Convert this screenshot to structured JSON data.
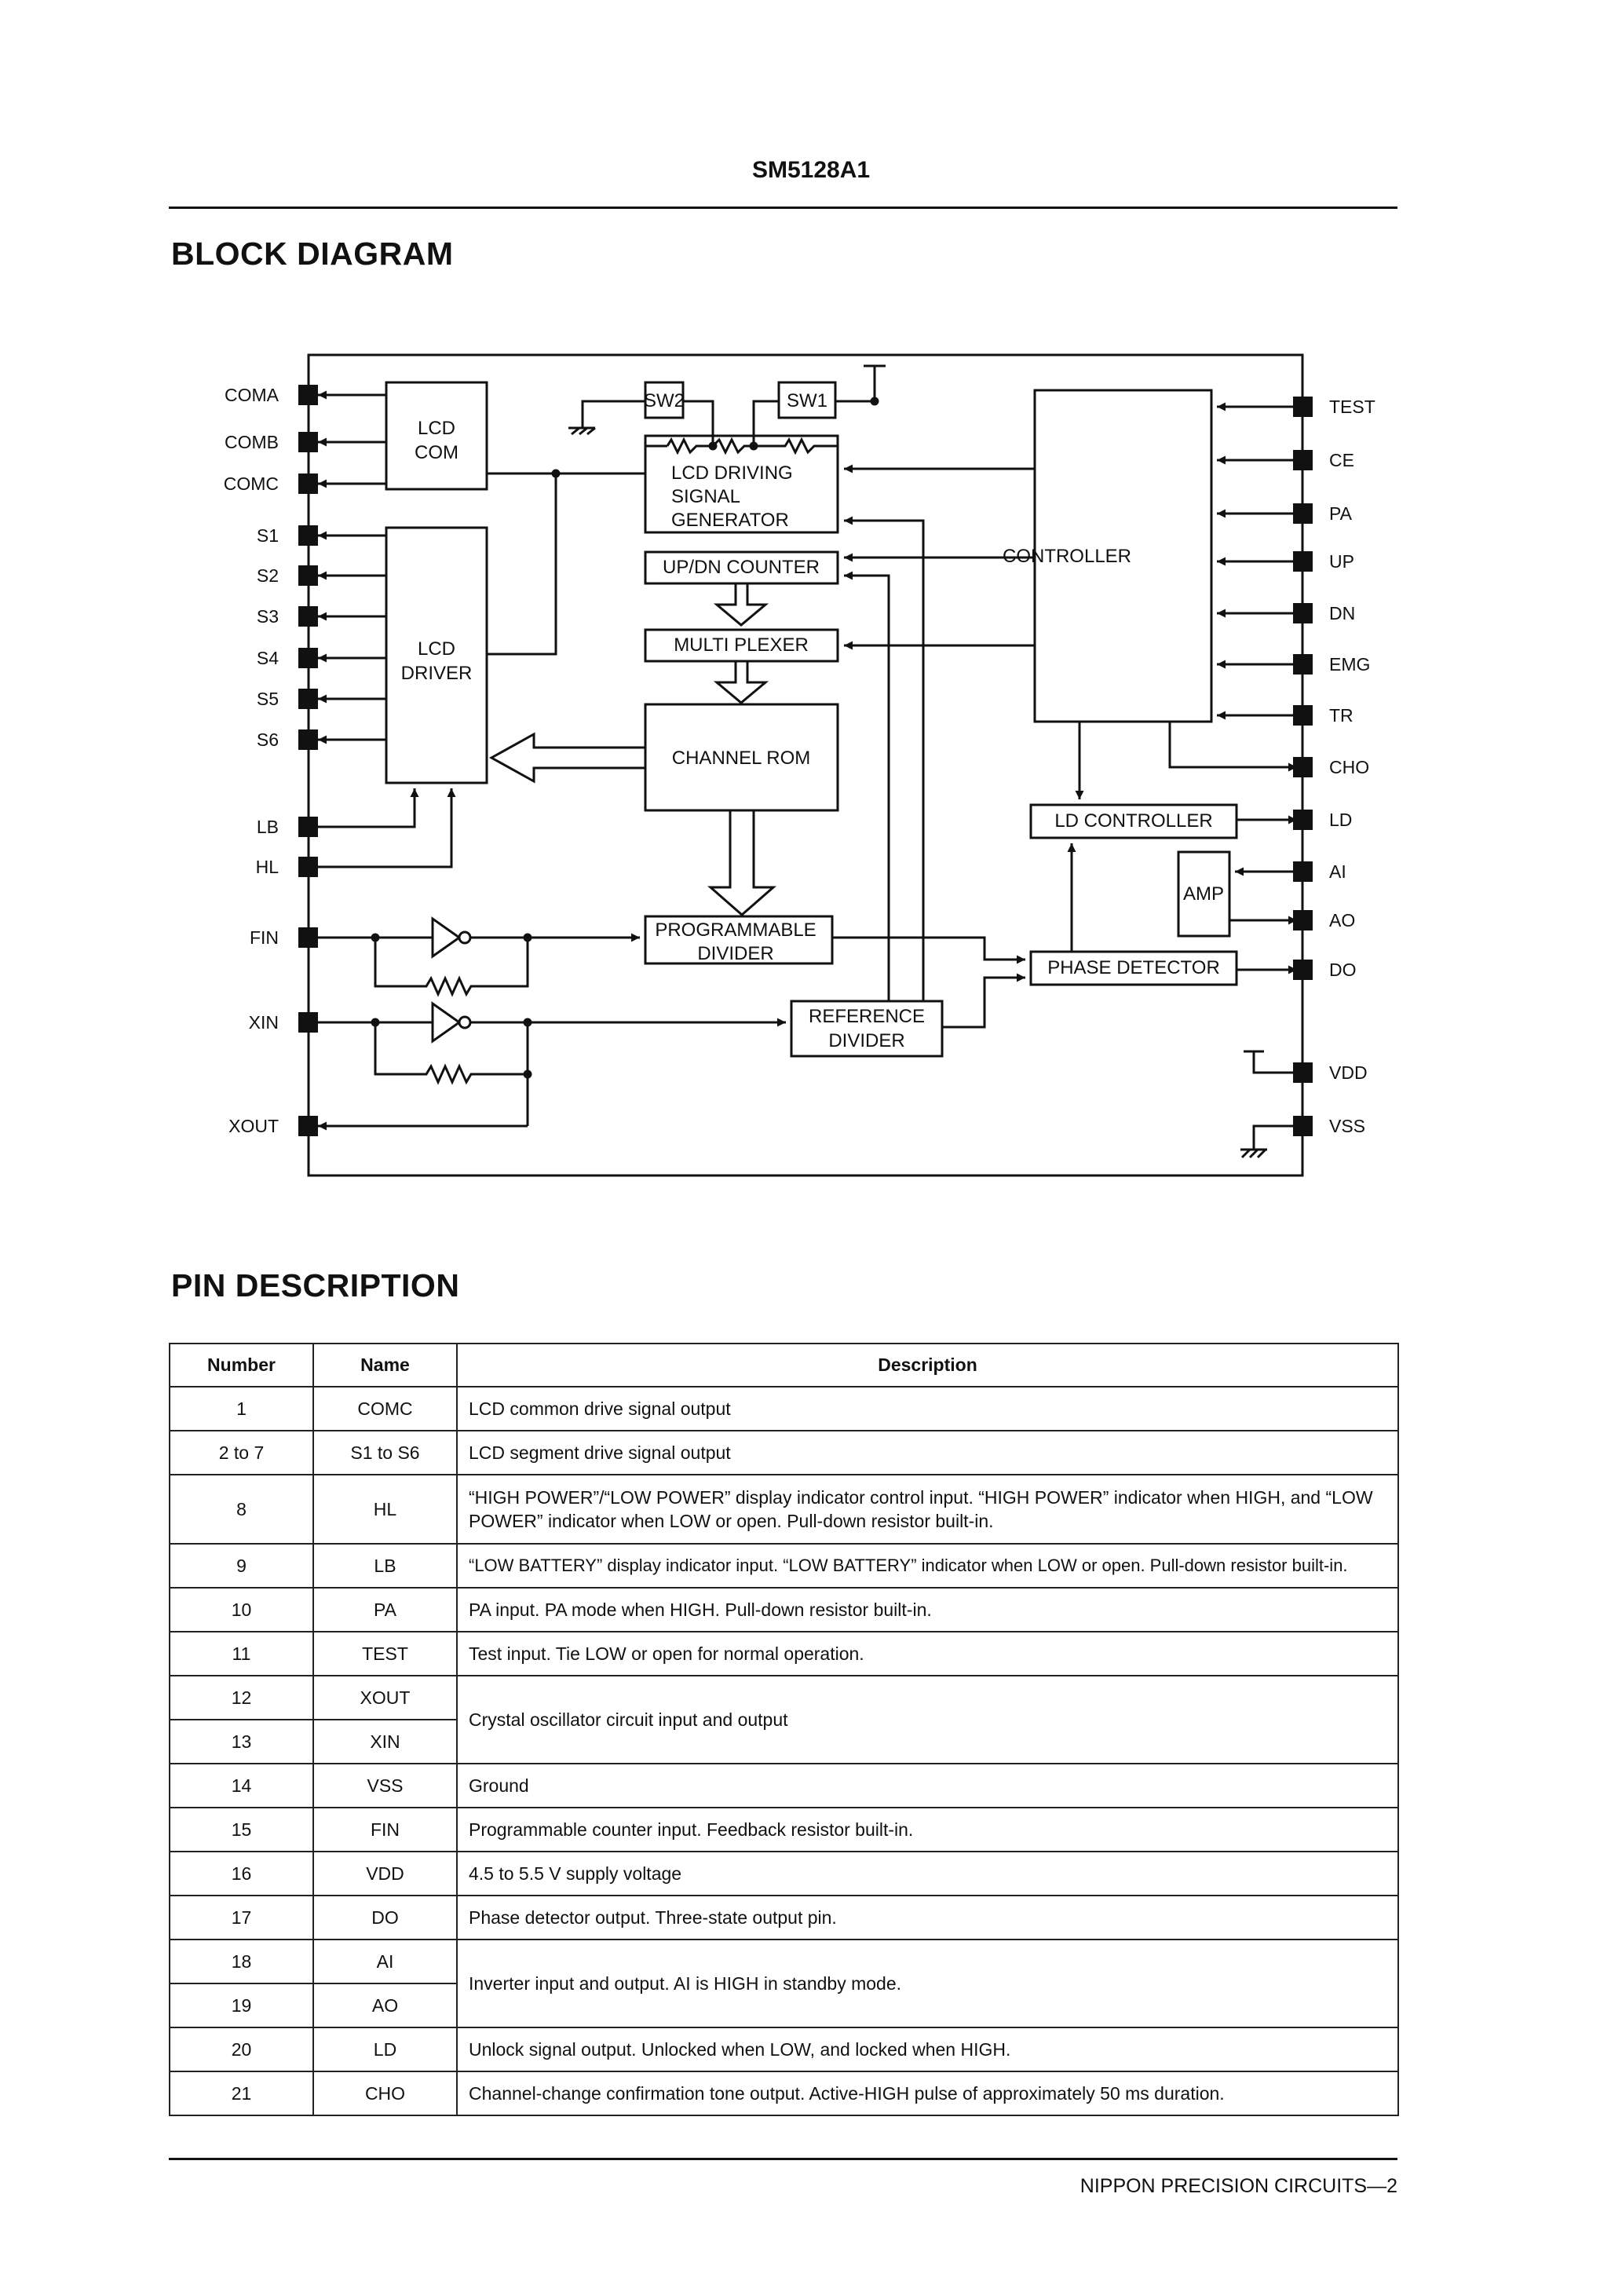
{
  "header": {
    "part_number": "SM5128A1"
  },
  "block_diagram": {
    "heading": "BLOCK DIAGRAM",
    "left_pins": [
      "COMA",
      "COMB",
      "COMC",
      "S1",
      "S2",
      "S3",
      "S4",
      "S5",
      "S6",
      "LB",
      "HL",
      "FIN",
      "XIN",
      "XOUT"
    ],
    "right_pins": [
      "TEST",
      "CE",
      "PA",
      "UP",
      "DN",
      "EMG",
      "TR",
      "CHO",
      "LD",
      "AI",
      "AO",
      "DO",
      "VDD",
      "VSS"
    ],
    "blocks": {
      "lcd_com_1": "LCD",
      "lcd_com_2": "COM",
      "lcd_driver_1": "LCD",
      "lcd_driver_2": "DRIVER",
      "sw2": "SW2",
      "sw1": "SW1",
      "lcd_drv_sig_1": "LCD DRIVING",
      "lcd_drv_sig_2": "SIGNAL",
      "lcd_drv_sig_3": "GENERATOR",
      "updn_counter": "UP/DN COUNTER",
      "multiplexer": "MULTI PLEXER",
      "channel_rom": "CHANNEL ROM",
      "prog_div_1": "PROGRAMMABLE",
      "prog_div_2": "DIVIDER",
      "ref_div_1": "REFERENCE",
      "ref_div_2": "DIVIDER",
      "controller": "CONTROLLER",
      "ld_controller": "LD CONTROLLER",
      "amp": "AMP",
      "phase_detector": "PHASE DETECTOR"
    }
  },
  "pin_description": {
    "heading": "PIN DESCRIPTION",
    "columns": [
      "Number",
      "Name",
      "Description"
    ],
    "rows": [
      {
        "number": "1",
        "name": "COMC",
        "description": "LCD common drive signal output"
      },
      {
        "number": "2 to 7",
        "name": "S1 to S6",
        "description": "LCD segment drive signal output"
      },
      {
        "number": "8",
        "name": "HL",
        "description": "“HIGH POWER”/“LOW POWER” display indicator control input. “HIGH POWER” indicator when HIGH, and “LOW POWER” indicator when LOW or open. Pull-down resistor built-in."
      },
      {
        "number": "9",
        "name": "LB",
        "description": "“LOW BATTERY” display indicator input. “LOW BATTERY” indicator when LOW or open. Pull-down resistor built-in."
      },
      {
        "number": "10",
        "name": "PA",
        "description": "PA input. PA mode when HIGH. Pull-down resistor built-in."
      },
      {
        "number": "11",
        "name": "TEST",
        "description": "Test input. Tie LOW or open for normal operation."
      },
      {
        "number": "12",
        "name": "XOUT",
        "description": "Crystal oscillator circuit input and output"
      },
      {
        "number": "13",
        "name": "XIN",
        "description": ""
      },
      {
        "number": "14",
        "name": "VSS",
        "description": "Ground"
      },
      {
        "number": "15",
        "name": "FIN",
        "description": "Programmable counter input. Feedback resistor built-in."
      },
      {
        "number": "16",
        "name": "VDD",
        "description": "4.5 to 5.5 V supply voltage"
      },
      {
        "number": "17",
        "name": "DO",
        "description": "Phase detector output. Three-state output pin."
      },
      {
        "number": "18",
        "name": "AI",
        "description": "Inverter input and output. AI is HIGH in standby mode."
      },
      {
        "number": "19",
        "name": "AO",
        "description": ""
      },
      {
        "number": "20",
        "name": "LD",
        "description": "Unlock signal output. Unlocked when LOW, and locked when HIGH."
      },
      {
        "number": "21",
        "name": "CHO",
        "description": "Channel-change confirmation tone output. Active-HIGH pulse of approximately 50 ms duration."
      }
    ]
  },
  "footer": {
    "text": "NIPPON PRECISION CIRCUITS—2"
  }
}
